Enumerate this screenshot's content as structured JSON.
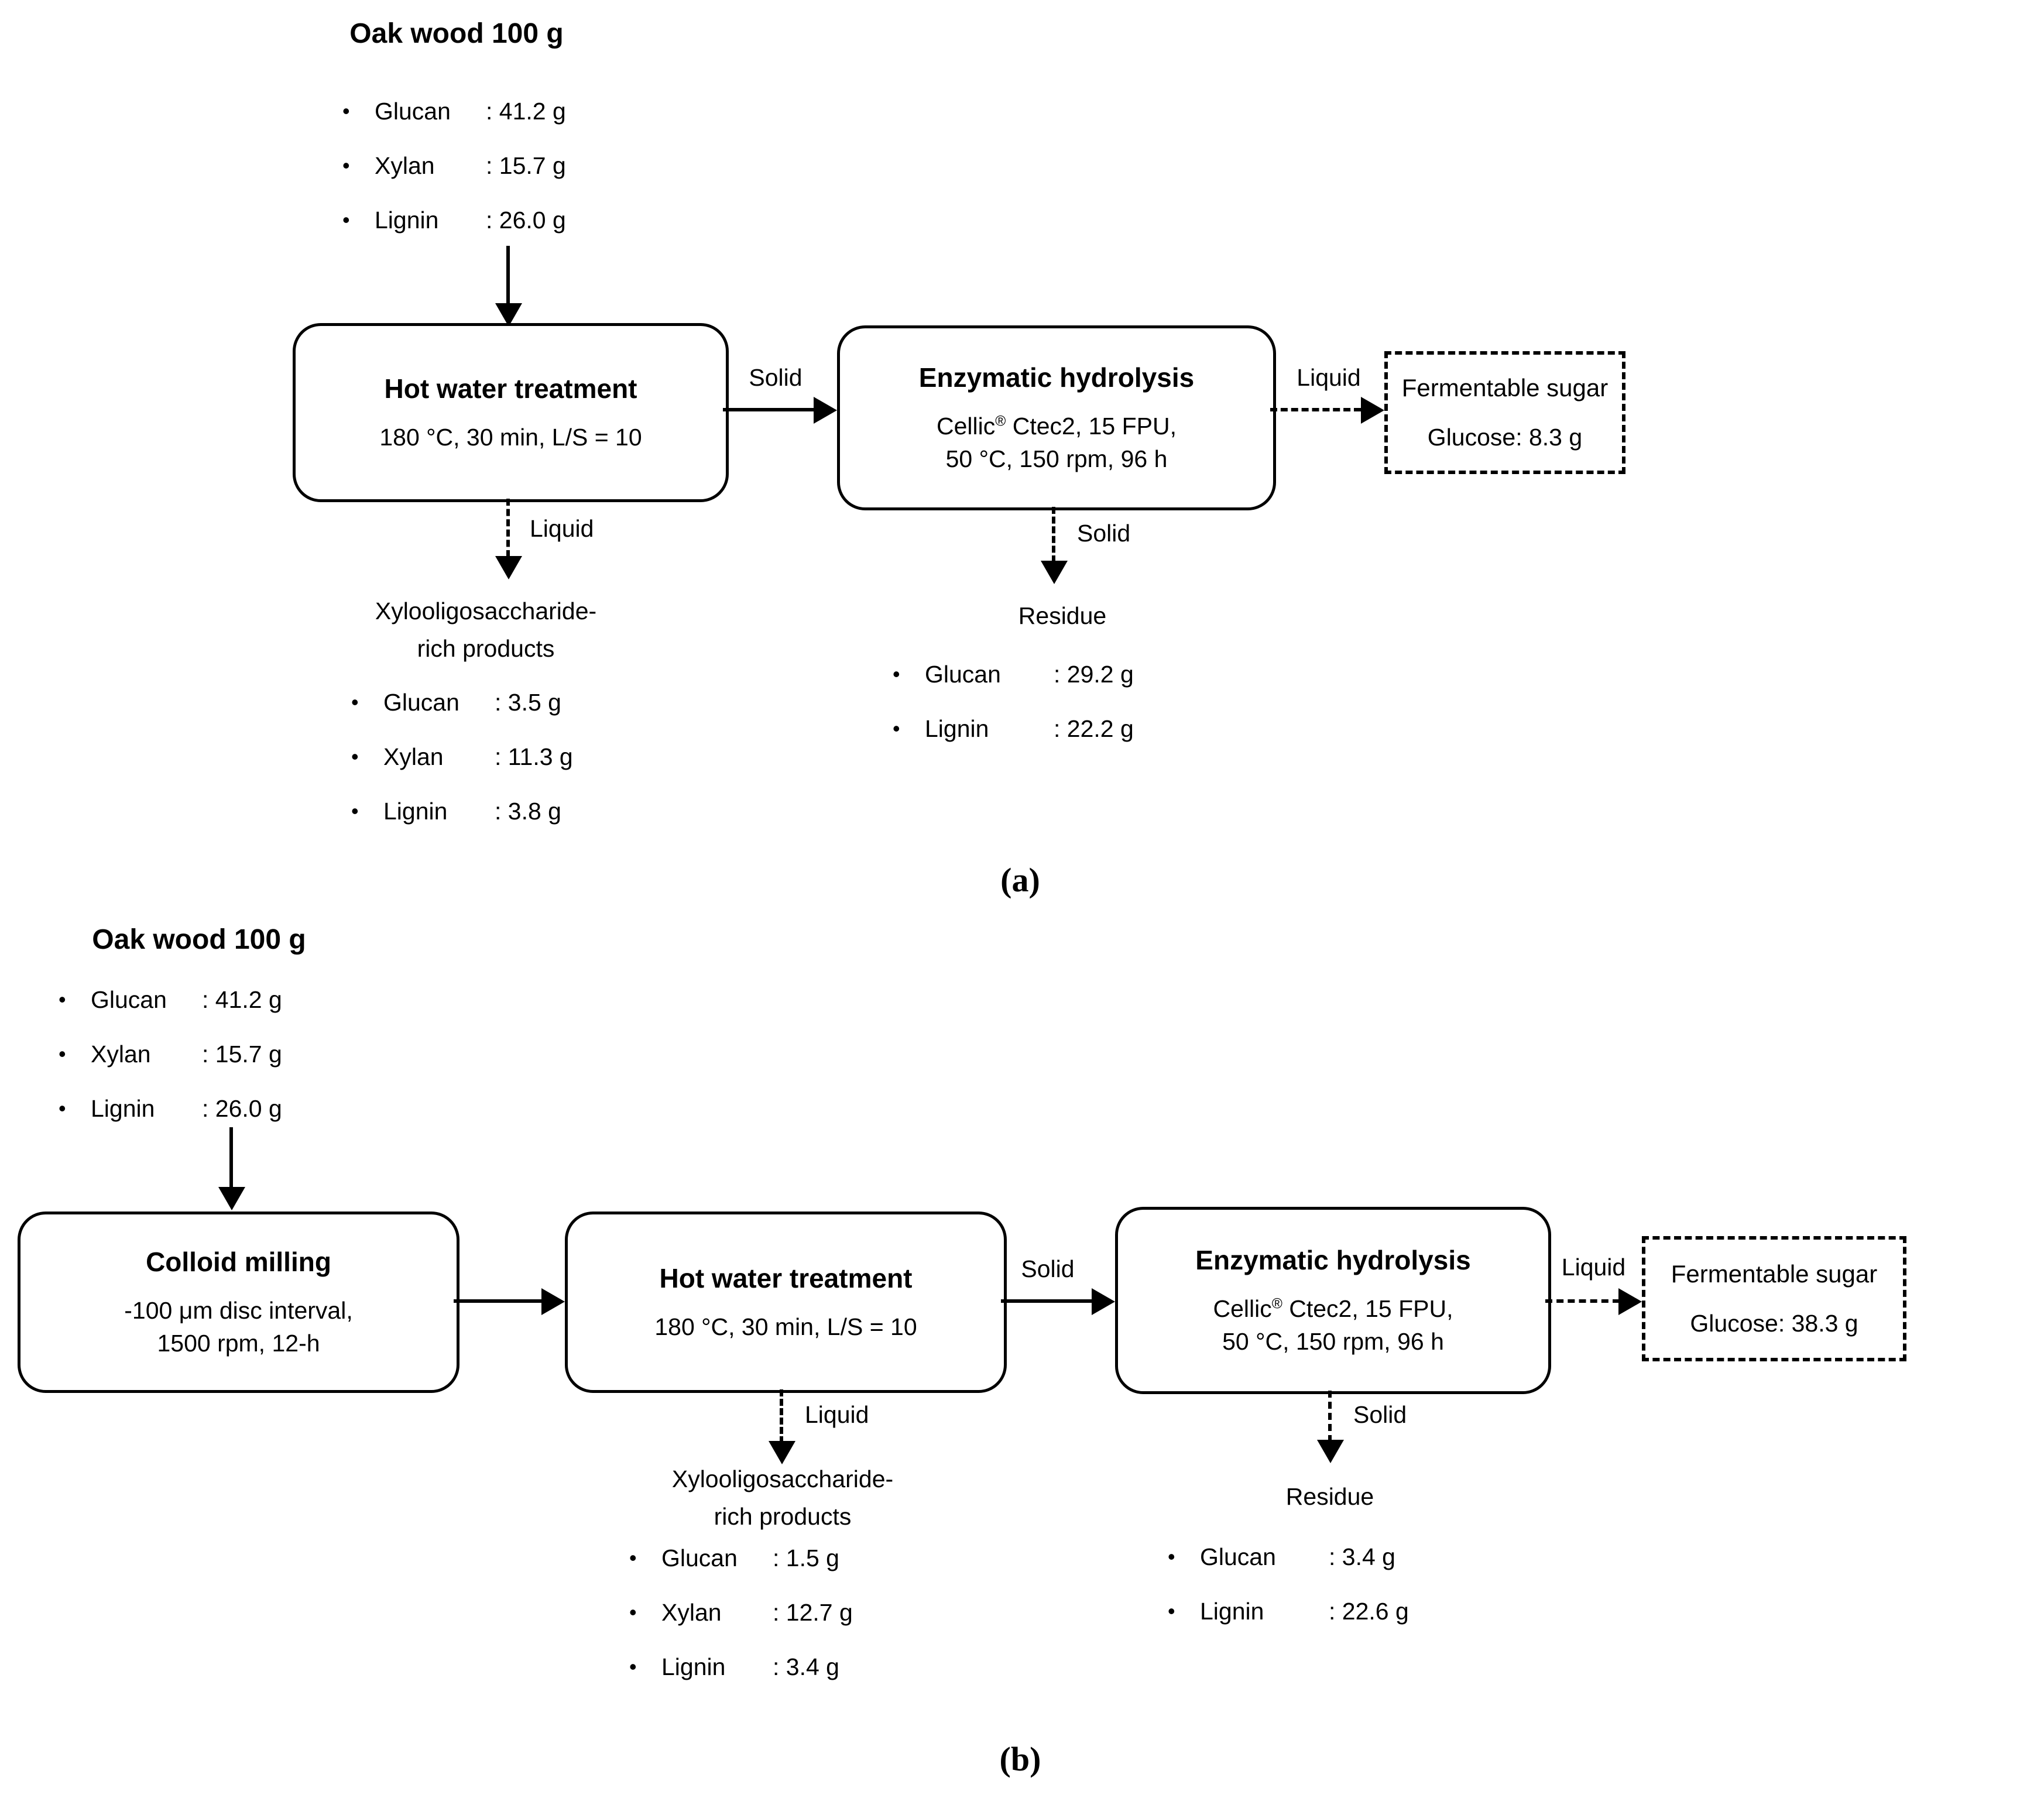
{
  "panel_a": {
    "panel_label": "(a)",
    "input": {
      "title": "Oak wood 100 g",
      "items": [
        {
          "label": "Glucan",
          "value": ": 41.2 g"
        },
        {
          "label": "Xylan",
          "value": ": 15.7 g"
        },
        {
          "label": "Lignin",
          "value": ": 26.0 g"
        }
      ]
    },
    "hot_water_box": {
      "title": "Hot water treatment",
      "conditions": "180 °C, 30 min, L/S = 10"
    },
    "enzymatic_box": {
      "title": "Enzymatic hydrolysis",
      "enzyme_name": "Cellic",
      "registered_mark": "®",
      "enzyme_rest": " Ctec2, 15 FPU,",
      "conditions": "50 °C, 150 rpm, 96 h"
    },
    "fermentable_box": {
      "title": "Fermentable sugar",
      "glucose": "Glucose: 8.3 g"
    },
    "edge_labels": {
      "solid_to_enzymatic": "Solid",
      "liquid_to_sugar": "Liquid",
      "liquid_down": "Liquid",
      "solid_down": "Solid"
    },
    "xylo_output": {
      "title_line1": "Xylooligosaccharide-",
      "title_line2": "rich products",
      "items": [
        {
          "label": "Glucan",
          "value": ": 3.5 g"
        },
        {
          "label": "Xylan",
          "value": ": 11.3 g"
        },
        {
          "label": "Lignin",
          "value": ": 3.8 g"
        }
      ]
    },
    "residue_output": {
      "title": "Residue",
      "items": [
        {
          "label": "Glucan",
          "value": ": 29.2 g"
        },
        {
          "label": "Lignin",
          "value": ": 22.2 g"
        }
      ]
    }
  },
  "panel_b": {
    "panel_label": "(b)",
    "input": {
      "title": "Oak wood 100 g",
      "items": [
        {
          "label": "Glucan",
          "value": ": 41.2 g"
        },
        {
          "label": "Xylan",
          "value": ": 15.7 g"
        },
        {
          "label": "Lignin",
          "value": ": 26.0 g"
        }
      ]
    },
    "colloid_box": {
      "title": "Colloid milling",
      "conditions_line1": "-100 μm disc interval,",
      "conditions_line2": "1500 rpm, 12-h"
    },
    "hot_water_box": {
      "title": "Hot water treatment",
      "conditions": "180 °C, 30 min, L/S = 10"
    },
    "enzymatic_box": {
      "title": "Enzymatic hydrolysis",
      "enzyme_name": "Cellic",
      "registered_mark": "®",
      "enzyme_rest": " Ctec2, 15 FPU,",
      "conditions": "50 °C, 150 rpm, 96 h"
    },
    "fermentable_box": {
      "title": "Fermentable sugar",
      "glucose": "Glucose: 38.3 g"
    },
    "edge_labels": {
      "solid_to_enzymatic": "Solid",
      "liquid_to_sugar": "Liquid",
      "liquid_down": "Liquid",
      "solid_down": "Solid"
    },
    "xylo_output": {
      "title_line1": "Xylooligosaccharide-",
      "title_line2": "rich products",
      "items": [
        {
          "label": "Glucan",
          "value": ": 1.5 g"
        },
        {
          "label": "Xylan",
          "value": ": 12.7 g"
        },
        {
          "label": "Lignin",
          "value": ": 3.4 g"
        }
      ]
    },
    "residue_output": {
      "title": "Residue",
      "items": [
        {
          "label": "Glucan",
          "value": ": 3.4 g"
        },
        {
          "label": "Lignin",
          "value": ": 22.6 g"
        }
      ]
    }
  }
}
